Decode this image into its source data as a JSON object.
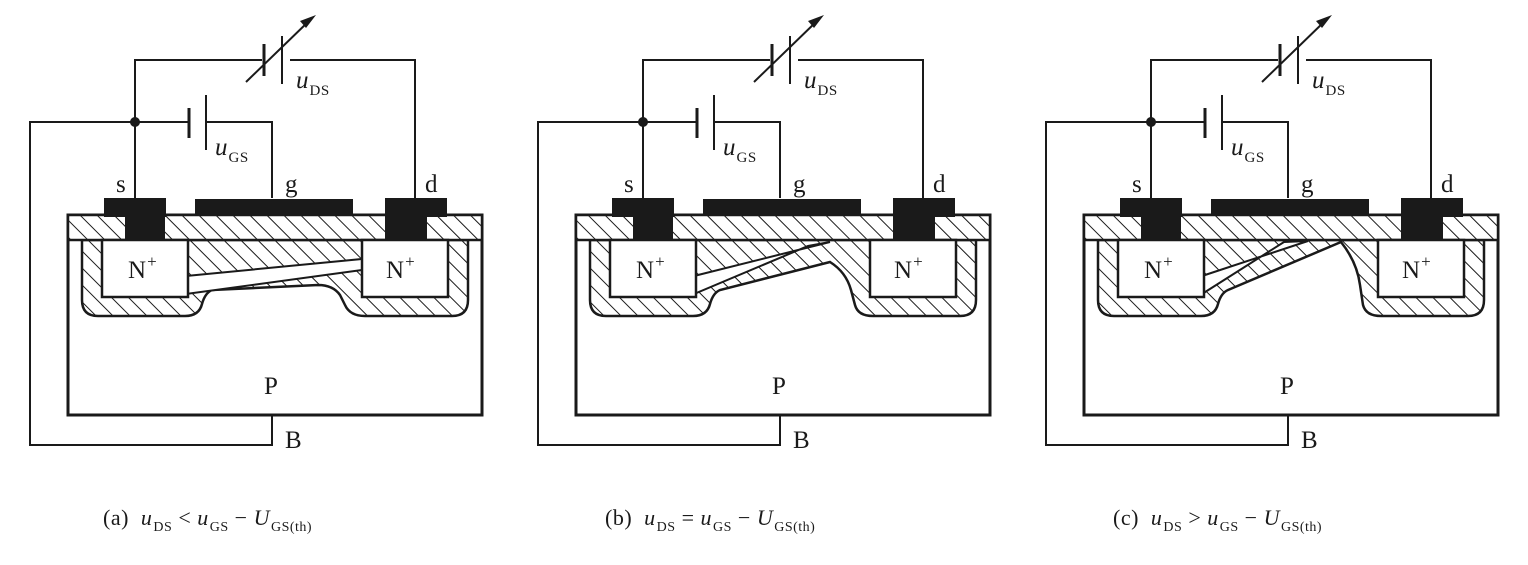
{
  "panels": [
    {
      "id": "a",
      "u_ds_label": "u",
      "u_ds_sub": "DS",
      "u_gs_label": "u",
      "u_gs_sub": "GS",
      "source": "s",
      "gate": "g",
      "drain": "d",
      "n_left": "N",
      "n_right": "N",
      "n_sup": "+",
      "substrate": "P",
      "body": "B",
      "cap_tag": "(a)",
      "cap_u1": "u",
      "cap_s1": "DS",
      "cap_op": "<",
      "cap_u2": "u",
      "cap_s2": "GS",
      "cap_minus": "−",
      "cap_U": "U",
      "cap_s3": "GS(th)"
    },
    {
      "id": "b",
      "u_ds_label": "u",
      "u_ds_sub": "DS",
      "u_gs_label": "u",
      "u_gs_sub": "GS",
      "source": "s",
      "gate": "g",
      "drain": "d",
      "n_left": "N",
      "n_right": "N",
      "n_sup": "+",
      "substrate": "P",
      "body": "B",
      "cap_tag": "(b)",
      "cap_u1": "u",
      "cap_s1": "DS",
      "cap_op": "=",
      "cap_u2": "u",
      "cap_s2": "GS",
      "cap_minus": "−",
      "cap_U": "U",
      "cap_s3": "GS(th)"
    },
    {
      "id": "c",
      "u_ds_label": "u",
      "u_ds_sub": "DS",
      "u_gs_label": "u",
      "u_gs_sub": "GS",
      "source": "s",
      "gate": "g",
      "drain": "d",
      "n_left": "N",
      "n_right": "N",
      "n_sup": "+",
      "substrate": "P",
      "body": "B",
      "cap_tag": "(c)",
      "cap_u1": "u",
      "cap_s1": "DS",
      "cap_op": ">",
      "cap_u2": "u",
      "cap_s2": "GS",
      "cap_minus": "−",
      "cap_U": "U",
      "cap_s3": "GS(th)"
    }
  ],
  "colors": {
    "ink": "#1a1a1a",
    "background": "#ffffff"
  }
}
